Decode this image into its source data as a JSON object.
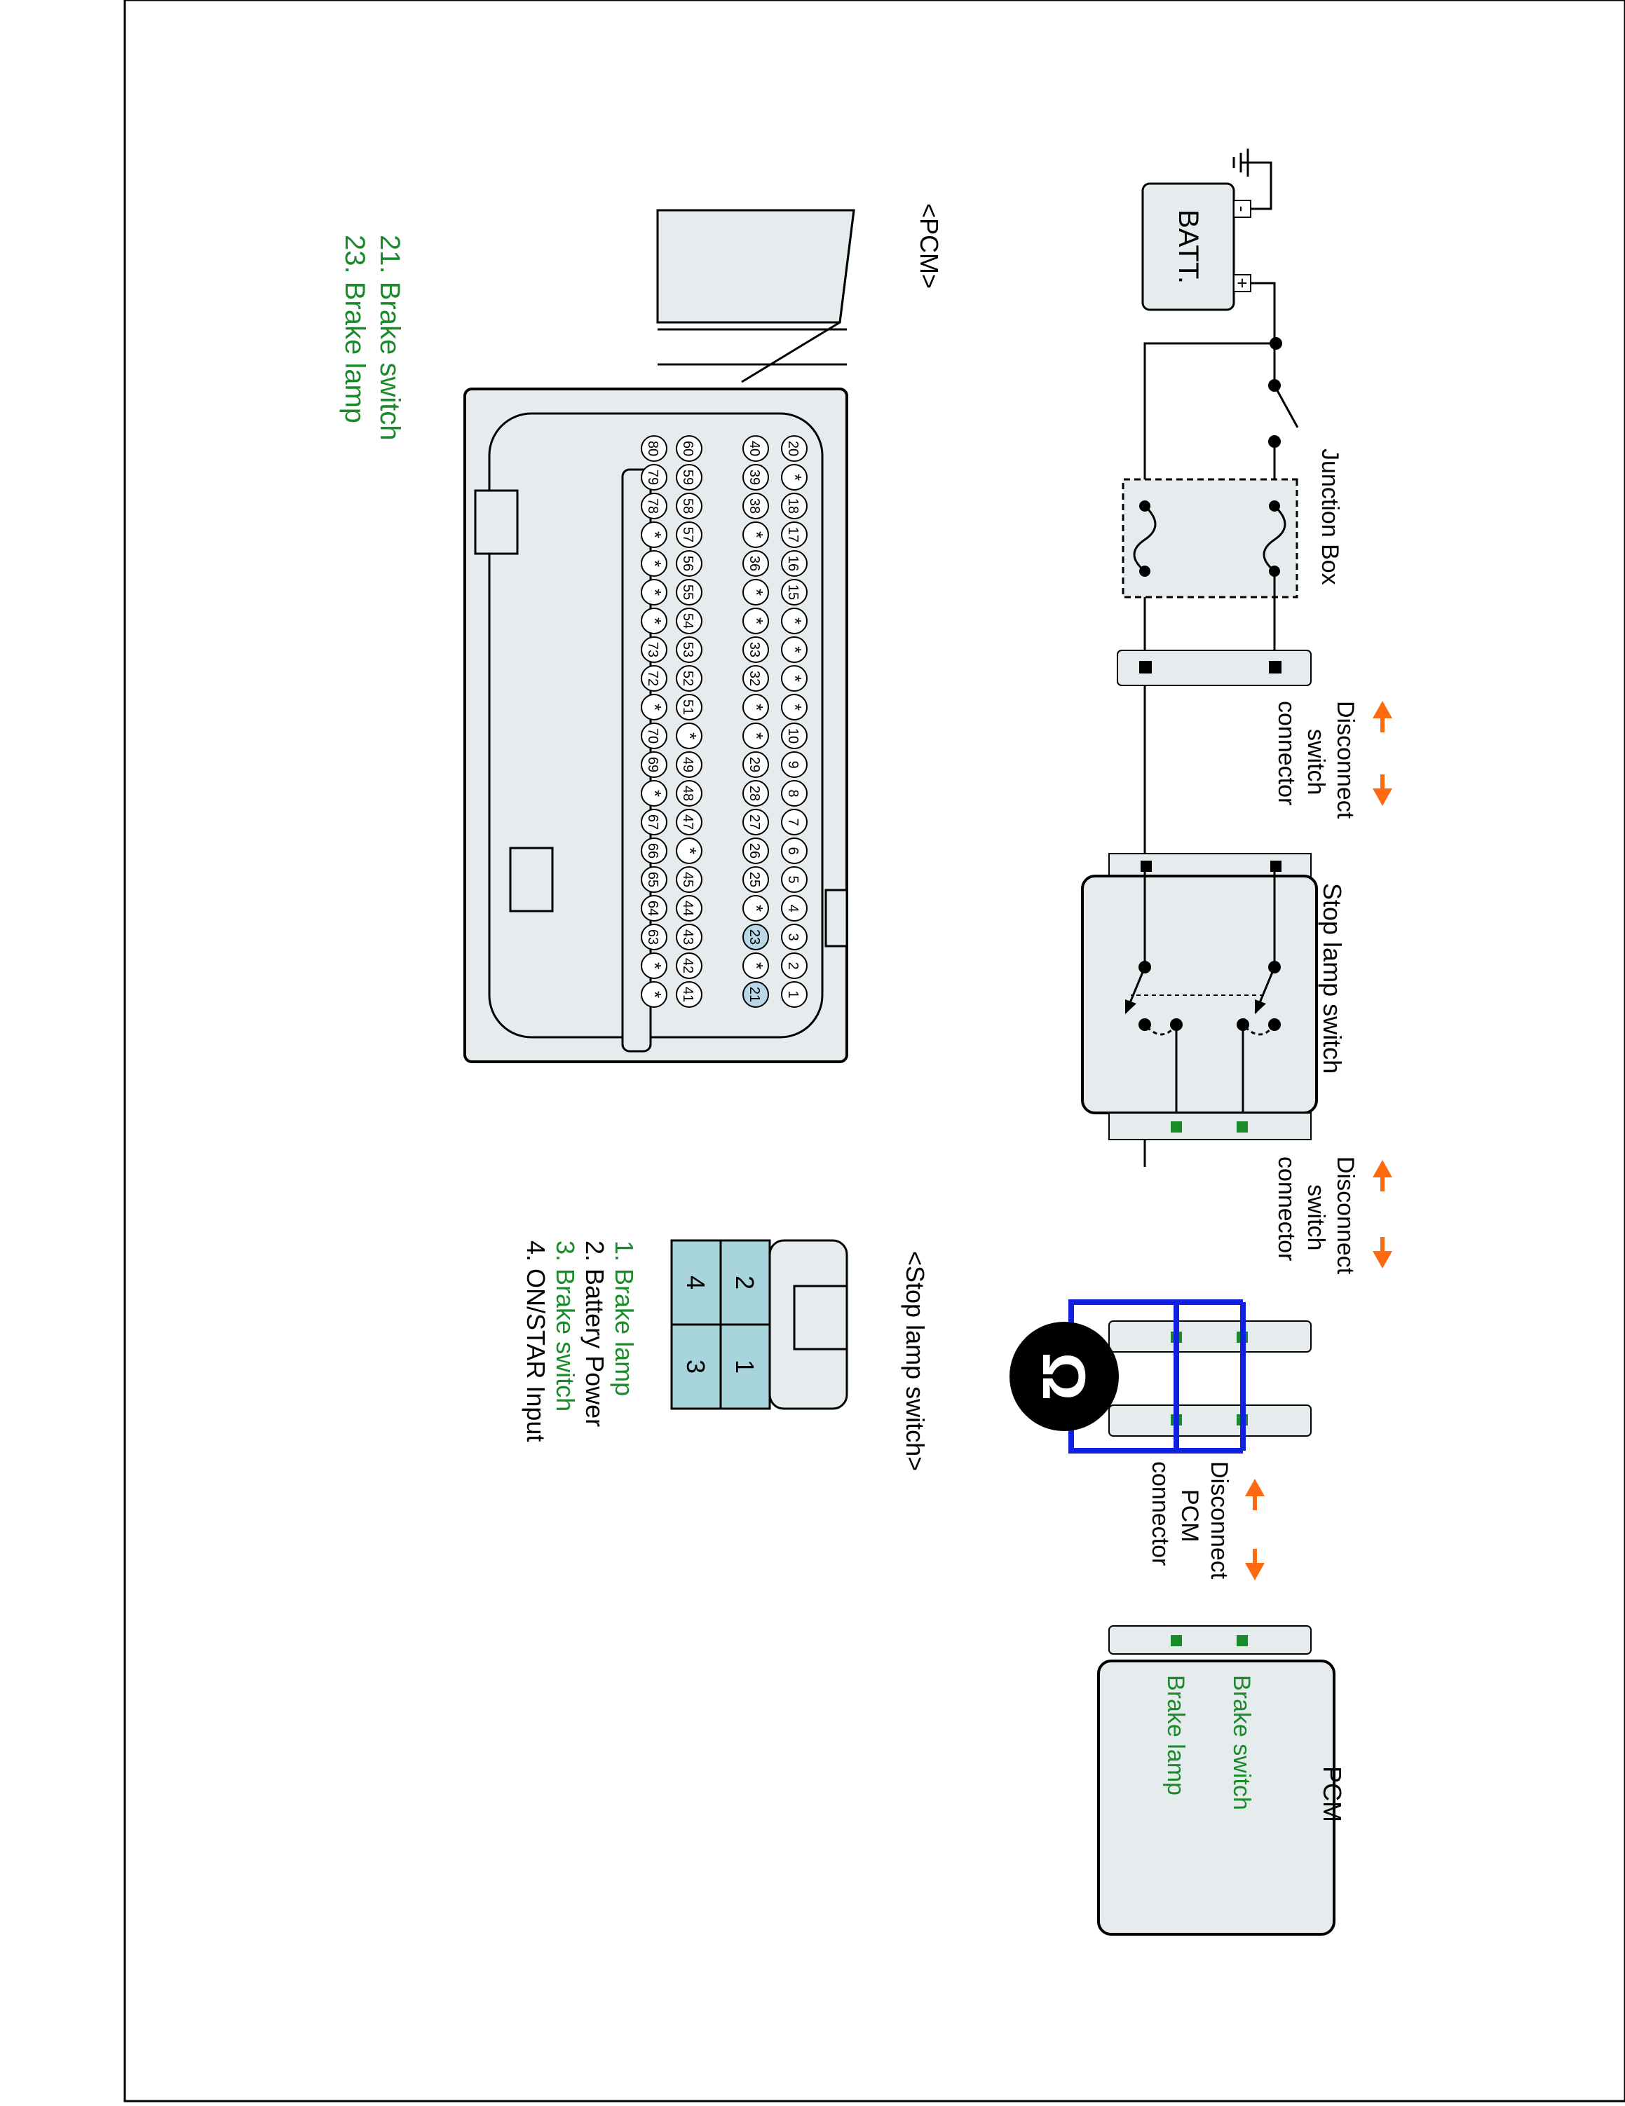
{
  "colors": {
    "green": "#1a8a2a",
    "orange": "#ff6a10",
    "blue": "#1020e0",
    "connector_fill": "#e6ecee",
    "highlight": "#b8d8e8",
    "terminal_fill": "#a8d4dc"
  },
  "circuit": {
    "battery": {
      "label": "BATT.",
      "neg": "-",
      "pos": "+"
    },
    "junction_box": "Junction Box",
    "disconnect_1": [
      "Disconnect",
      "switch",
      "connector"
    ],
    "stop_lamp_switch": "Stop lamp switch",
    "disconnect_2": [
      "Disconnect",
      "switch",
      "connector"
    ],
    "disconnect_3": [
      "Disconnect",
      "PCM",
      "connector"
    ],
    "pcm": {
      "title": "PCM",
      "pin1": "Brake switch",
      "pin2": "Brake lamp"
    }
  },
  "pcm_connector": {
    "title": "<PCM>",
    "row1": [
      "20",
      "*",
      "18",
      "17",
      "16",
      "15",
      "*",
      "*",
      "*",
      "*",
      "10",
      "9",
      "8",
      "7",
      "6",
      "5",
      "4",
      "3",
      "2",
      "1"
    ],
    "row2": [
      "40",
      "39",
      "38",
      "*",
      "36",
      "*",
      "*",
      "33",
      "32",
      "*",
      "*",
      "29",
      "28",
      "27",
      "26",
      "25",
      "*",
      "23",
      "*",
      "21"
    ],
    "row3": [
      "60",
      "59",
      "58",
      "57",
      "56",
      "55",
      "54",
      "53",
      "52",
      "51",
      "*",
      "49",
      "48",
      "47",
      "*",
      "45",
      "44",
      "43",
      "42",
      "41"
    ],
    "row4": [
      "80",
      "79",
      "78",
      "*",
      "*",
      "*",
      "*",
      "73",
      "72",
      "*",
      "70",
      "69",
      "*",
      "67",
      "66",
      "65",
      "64",
      "63",
      "*",
      "*"
    ],
    "highlighted": [
      "23",
      "21"
    ],
    "legend": [
      "21. Brake switch",
      "23. Brake lamp"
    ]
  },
  "stop_lamp_connector": {
    "title": "<Stop lamp switch>",
    "terminals": [
      "1",
      "2",
      "3",
      "4"
    ],
    "legend": [
      {
        "text": "1. Brake lamp",
        "color": "green"
      },
      {
        "text": "2. Battery Power",
        "color": "black"
      },
      {
        "text": "3. Brake switch",
        "color": "green"
      },
      {
        "text": "4. ON/STAR Input",
        "color": "black"
      }
    ]
  },
  "icons": {
    "multimeter": "ohmmeter-icon"
  }
}
